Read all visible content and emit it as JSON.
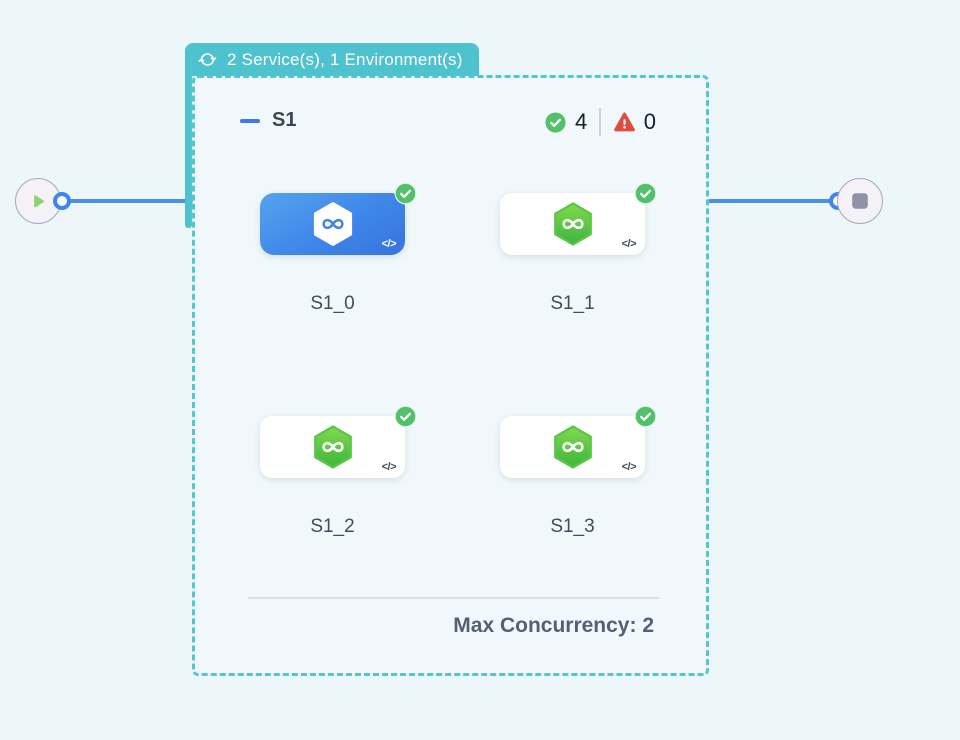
{
  "matrix_badge": {
    "label": "2 Service(s), 1 Environment(s)"
  },
  "stage": {
    "name": "S1",
    "success_count": "4",
    "failure_count": "0",
    "max_concurrency": "Max Concurrency: 2",
    "services": [
      {
        "name": "S1_0",
        "selected": true,
        "status": "success"
      },
      {
        "name": "S1_1",
        "selected": false,
        "status": "success"
      },
      {
        "name": "S1_2",
        "selected": false,
        "status": "success"
      },
      {
        "name": "S1_3",
        "selected": false,
        "status": "success"
      }
    ]
  },
  "icons": {
    "code": "</>"
  },
  "colors": {
    "page_background": "#edf7fa",
    "badge_teal": "#4ec2ce",
    "group_dashed_border": "#57c5d0",
    "edge_blue": "#4a90e8",
    "selected_card_blue": "#3f86ea",
    "success_green": "#53c06b",
    "failure_red": "#e14b40",
    "service_hexagon_green": "#5ac747",
    "play_green": "#8bd46e",
    "stop_gray": "#8d92a6"
  }
}
